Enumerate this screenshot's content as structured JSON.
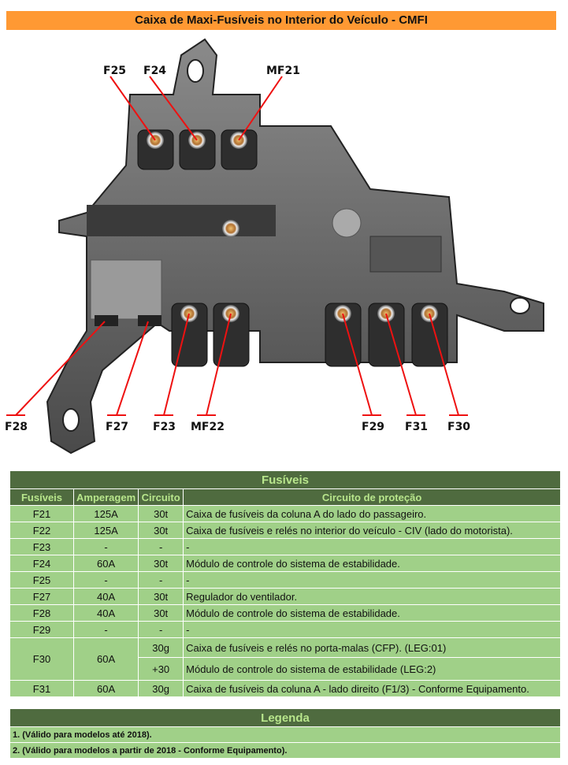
{
  "title": "Caixa de Maxi-Fusíveis no Interior do Veículo - CMFI",
  "diagram": {
    "labels": [
      "F25",
      "F24",
      "MF21",
      "F28",
      "F27",
      "F23",
      "MF22",
      "F29",
      "F31",
      "F30"
    ]
  },
  "fuses_table": {
    "title": "Fusíveis",
    "headers": [
      "Fusíveis",
      "Amperagem",
      "Circuito",
      "Circuito de proteção"
    ],
    "rows": [
      {
        "fuse": "F21",
        "amp": "125A",
        "circuit": "30t",
        "desc": "Caixa de fusíveis da coluna A do lado do passageiro."
      },
      {
        "fuse": "F22",
        "amp": "125A",
        "circuit": "30t",
        "desc": "Caixa de fusíveis e relés no interior do veículo - CIV (lado do motorista)."
      },
      {
        "fuse": "F23",
        "amp": "-",
        "circuit": "-",
        "desc": "-"
      },
      {
        "fuse": "F24",
        "amp": "60A",
        "circuit": "30t",
        "desc": "Módulo de controle do sistema de estabilidade."
      },
      {
        "fuse": "F25",
        "amp": "-",
        "circuit": "-",
        "desc": "-"
      },
      {
        "fuse": "F27",
        "amp": "40A",
        "circuit": "30t",
        "desc": "Regulador do ventilador."
      },
      {
        "fuse": "F28",
        "amp": "40A",
        "circuit": "30t",
        "desc": "Módulo de controle do sistema de estabilidade."
      },
      {
        "fuse": "F29",
        "amp": "-",
        "circuit": "-",
        "desc": "-"
      },
      {
        "fuse": "F30",
        "amp": "60A",
        "circuit": "30g",
        "desc": "Caixa de fusíveis e relés no porta-malas (CFP). (LEG:01)",
        "circuit2": "+30",
        "desc2": "Módulo de controle do sistema de estabilidade (LEG:2)"
      },
      {
        "fuse": "F31",
        "amp": "60A",
        "circuit": "30g",
        "desc": "Caixa de fusíveis da coluna A - lado direito (F1/3) - Conforme Equipamento."
      }
    ]
  },
  "legend": {
    "title": "Legenda",
    "items": [
      "1. (Válido para modelos até 2018).",
      "2. (Válido para modelos a partir de 2018 - Conforme Equipamento)."
    ]
  }
}
